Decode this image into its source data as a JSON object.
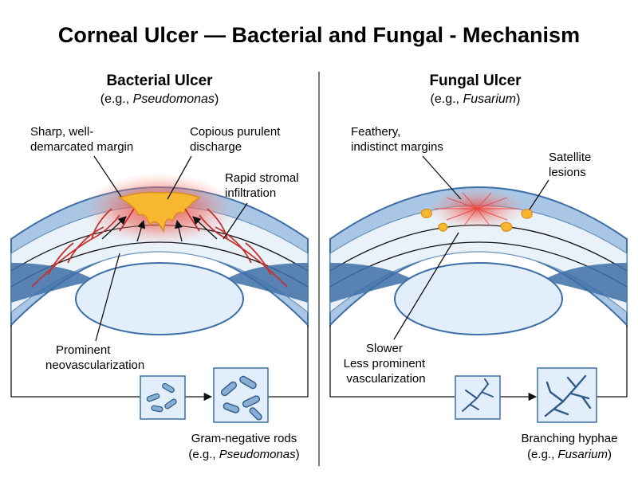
{
  "title": "Corneal Ulcer — Bacterial and Fungal - Mechanism",
  "bacterial": {
    "heading": "Bacterial Ulcer",
    "example_prefix": "(e.g., ",
    "example_organism": "Pseudomonas",
    "example_suffix": ")",
    "label_margin": [
      "Sharp, well-",
      "demarcated margin"
    ],
    "label_discharge": [
      "Copious purulent",
      "discharge"
    ],
    "label_infiltration": [
      "Rapid stromal",
      "infiltration"
    ],
    "label_neovascularization": [
      "Prominent",
      "neovascularization"
    ],
    "micro_caption": "Gram-negative rods",
    "micro_example_prefix": "(e.g., ",
    "micro_example_organism": "Pseudomonas",
    "micro_example_suffix": ")"
  },
  "fungal": {
    "heading": "Fungal Ulcer",
    "example_prefix": "(e.g., ",
    "example_organism": "Fusarium",
    "example_suffix": ")",
    "label_margins": [
      "Feathery,",
      "indistinct margins"
    ],
    "label_satellite": [
      "Satellite",
      "lesions"
    ],
    "label_vascularization": [
      "Slower",
      "Less prominent",
      "vascularization"
    ],
    "micro_caption": "Branching hyphae",
    "micro_example_prefix": "(e.g., ",
    "micro_example_organism": "Fusarium",
    "micro_example_suffix": ")"
  },
  "colors": {
    "cornea_blue": "#a9c6e4",
    "cornea_dark": "#3d6fa6",
    "lens_fill": "#e2eef9",
    "inflammation_red": "#e8403a",
    "pus_yellow": "#f7b731",
    "vessel_red": "#c9302c"
  }
}
